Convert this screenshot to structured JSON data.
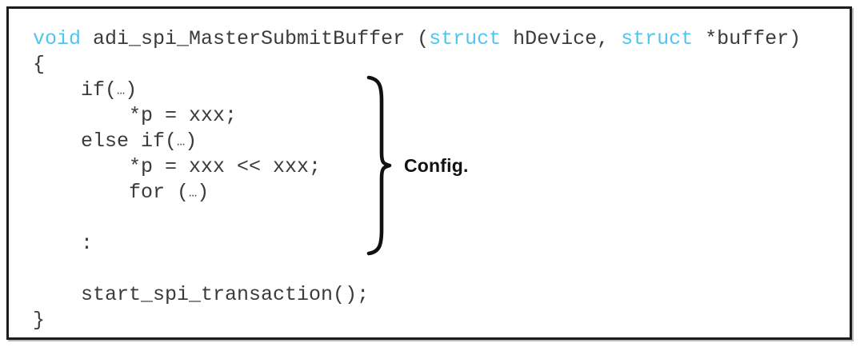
{
  "slide": {
    "background_color": "#ffffff",
    "frame_border_color": "#1c1c1c"
  },
  "code": {
    "language": "c",
    "text_color": "#3b3b3b",
    "keyword_color": "#4fc6f0",
    "font": "monospace",
    "lines": [
      {
        "id": "line-signature",
        "indent": 0,
        "segments": [
          {
            "text": "void",
            "kind": "keyword"
          },
          {
            "text": " adi_spi_MasterSubmitBuffer (",
            "kind": "plain"
          },
          {
            "text": "struct",
            "kind": "keyword"
          },
          {
            "text": " hDevice, ",
            "kind": "plain"
          },
          {
            "text": "struct",
            "kind": "keyword"
          },
          {
            "text": " *buffer)",
            "kind": "plain"
          }
        ],
        "plain": "void adi_spi_MasterSubmitBuffer (struct hDevice, struct *buffer)"
      },
      {
        "id": "line-open-brace",
        "indent": 0,
        "segments": [
          {
            "text": "{",
            "kind": "plain"
          }
        ],
        "plain": "{"
      },
      {
        "id": "line-if",
        "indent": 4,
        "segments": [
          {
            "text": "    if(",
            "kind": "plain"
          },
          {
            "text": "…",
            "kind": "ellipsis"
          },
          {
            "text": ")",
            "kind": "plain"
          }
        ],
        "plain": "    if(…)"
      },
      {
        "id": "line-assign-1",
        "indent": 8,
        "segments": [
          {
            "text": "        *p = xxx;",
            "kind": "plain"
          }
        ],
        "plain": "        *p = xxx;"
      },
      {
        "id": "line-else-if",
        "indent": 4,
        "segments": [
          {
            "text": "    else if(",
            "kind": "plain"
          },
          {
            "text": "…",
            "kind": "ellipsis"
          },
          {
            "text": ")",
            "kind": "plain"
          }
        ],
        "plain": "    else if(…)"
      },
      {
        "id": "line-assign-2",
        "indent": 8,
        "segments": [
          {
            "text": "        *p = xxx << xxx;",
            "kind": "plain"
          }
        ],
        "plain": "        *p = xxx << xxx;"
      },
      {
        "id": "line-for",
        "indent": 8,
        "segments": [
          {
            "text": "        for (",
            "kind": "plain"
          },
          {
            "text": "…",
            "kind": "ellipsis"
          },
          {
            "text": ")",
            "kind": "plain"
          }
        ],
        "plain": "        for (…)"
      },
      {
        "id": "line-blank-1",
        "indent": 0,
        "segments": [],
        "plain": ""
      },
      {
        "id": "line-vertical-ellipsis",
        "indent": 4,
        "segments": [
          {
            "text": "    :",
            "kind": "plain"
          }
        ],
        "plain": "    :"
      },
      {
        "id": "line-blank-2",
        "indent": 0,
        "segments": [],
        "plain": ""
      },
      {
        "id": "line-start-transaction",
        "indent": 4,
        "segments": [
          {
            "text": "    start_spi_transaction();",
            "kind": "plain"
          }
        ],
        "plain": "    start_spi_transaction();"
      },
      {
        "id": "line-close-brace",
        "indent": 0,
        "segments": [
          {
            "text": "}",
            "kind": "plain"
          }
        ],
        "plain": "}"
      }
    ]
  },
  "annotation": {
    "brace_icon": "right-curly-brace-icon",
    "brace_color": "#111111",
    "label": "Config.",
    "label_color": "#111111",
    "spans_lines": [
      "line-if",
      "line-assign-1",
      "line-else-if",
      "line-assign-2",
      "line-for",
      "line-blank-1",
      "line-vertical-ellipsis"
    ]
  }
}
